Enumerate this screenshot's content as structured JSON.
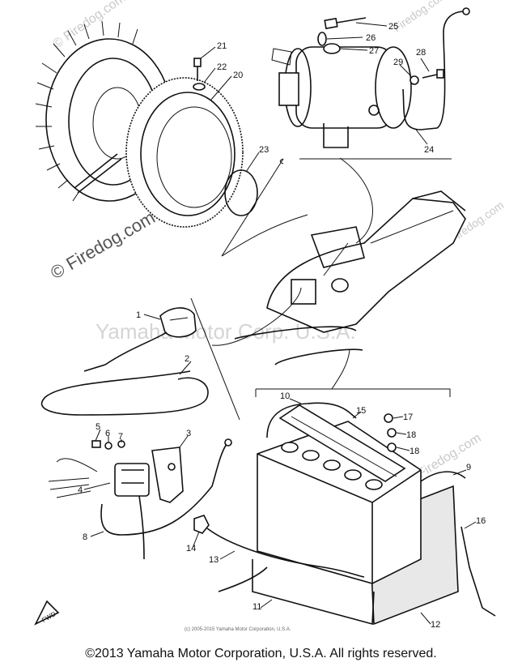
{
  "watermarks": {
    "site_top": "© Firedog.com",
    "site_left": "© Firedog.com",
    "site_right": "Firedog.com",
    "center": "Yamaha Motor Corp. U.S.A.",
    "fine_print": "(c) 2005-2015 Yamaha Motor Corporation, U.S.A."
  },
  "callouts": {
    "c1": "1",
    "c2": "2",
    "c3": "3",
    "c4": "4",
    "c5": "5",
    "c6": "6",
    "c7": "7",
    "c8": "8",
    "c9": "9",
    "c10": "10",
    "c11": "11",
    "c12": "12",
    "c13": "13",
    "c14": "14",
    "c15": "15",
    "c16": "16",
    "c17": "17",
    "c18a": "18",
    "c18b": "18",
    "c20": "20",
    "c21": "21",
    "c22": "22",
    "c23": "23",
    "c24": "24",
    "c25": "25",
    "c26": "26",
    "c27": "27",
    "c28": "28",
    "c29": "29"
  },
  "fwd_label": "FWD",
  "footer": "©2013 Yamaha Motor Corporation, U.S.A. All rights reserved."
}
